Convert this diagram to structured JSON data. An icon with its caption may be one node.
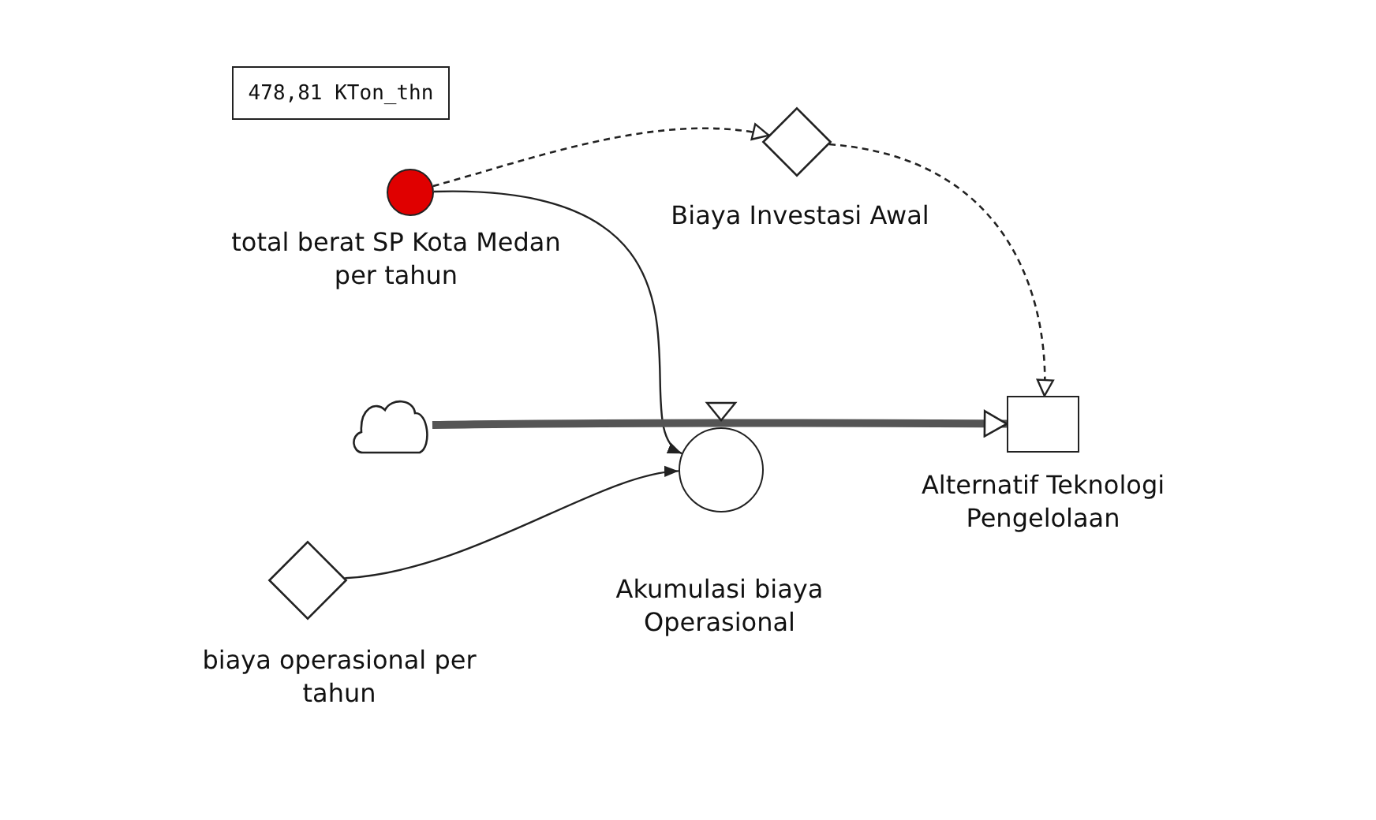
{
  "diagram": {
    "nodes": [
      {
        "text": [
          "478,81 KTon_thn"
        ]
      },
      {
        "text": [
          "total berat SP Kota Medan per tahun"
        ]
      },
      {
        "text": [
          "Biaya Investasi Awal"
        ]
      },
      {
        "text": [],
        "shape": "cloud"
      },
      {
        "text": [
          "Alternatif Teknologi Pengelolaan"
        ]
      },
      {
        "text": [
          "Akumulasi biaya Operasional"
        ]
      },
      {
        "text": [
          "biaya operasional per tahun"
        ]
      }
    ],
    "edges": [
      {
        "from": 1,
        "to": 2,
        "arrow": "to",
        "style": "dashed"
      },
      {
        "from": 2,
        "to": 4,
        "arrow": "to",
        "style": "dashed"
      },
      {
        "from": 1,
        "to": 5,
        "arrow": "to"
      },
      {
        "from": 6,
        "to": 5,
        "arrow": "to"
      },
      {
        "from": 3,
        "to": 4,
        "arrow": "to",
        "style": "thick"
      }
    ]
  }
}
